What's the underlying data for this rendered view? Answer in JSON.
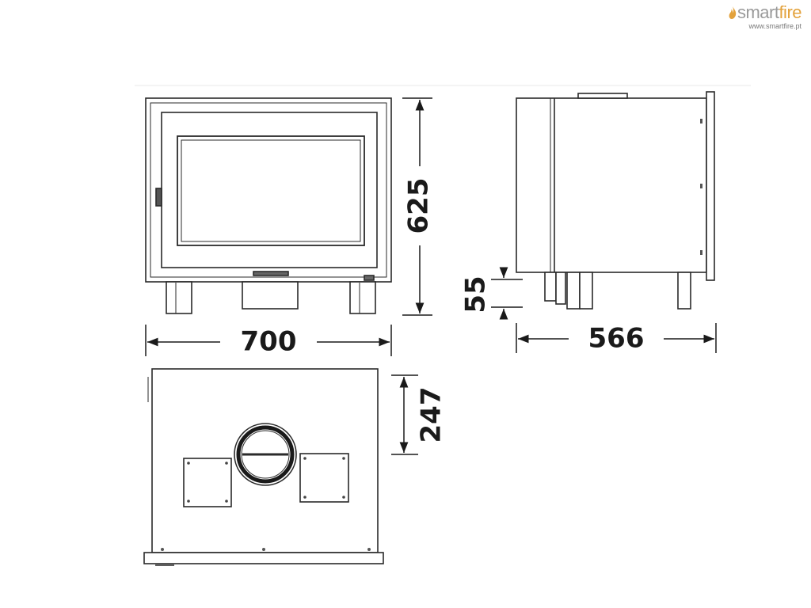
{
  "brand": {
    "name_prefix": "smart",
    "name_suffix": "fire",
    "url": "www.smartfire.pt",
    "accent_color": "#e3a23c",
    "icon": "flame-icon"
  },
  "dimensions": {
    "width": "700",
    "height": "625",
    "depth": "566",
    "leg_height": "55",
    "flue_offset": "247"
  }
}
